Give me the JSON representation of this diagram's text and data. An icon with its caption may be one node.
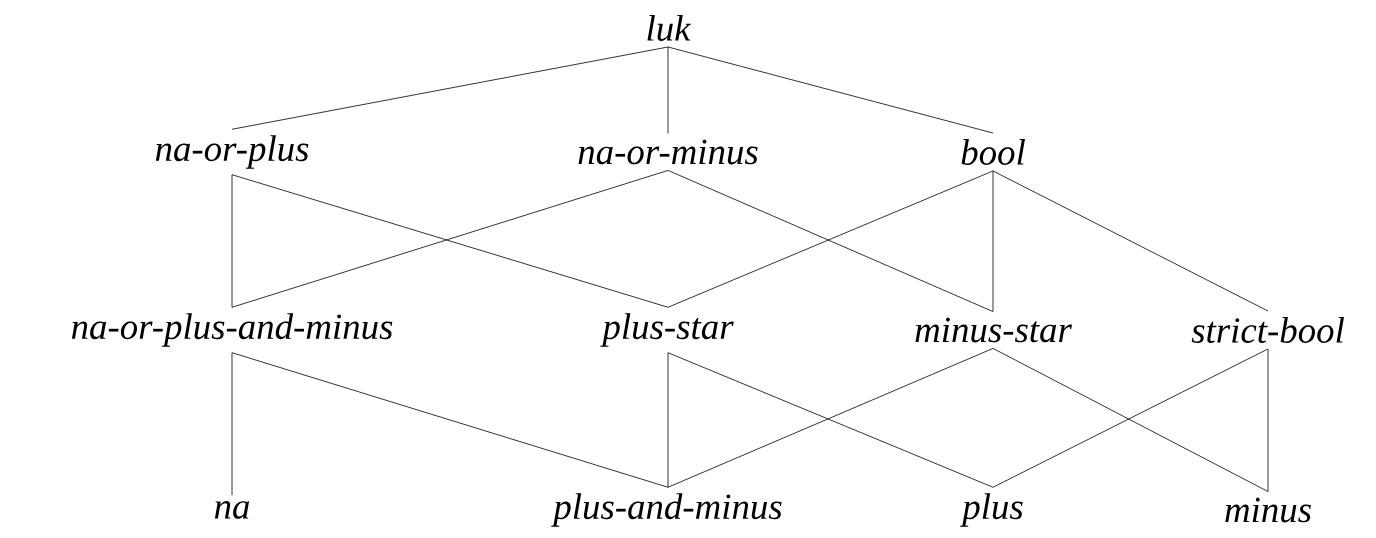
{
  "diagram": {
    "nodes": [
      {
        "text": [
          "luk"
        ]
      },
      {
        "text": [
          "na-or-plus"
        ]
      },
      {
        "text": [
          "na-or-minus"
        ]
      },
      {
        "text": [
          "bool"
        ]
      },
      {
        "text": [
          "na-or-plus-and-minus"
        ]
      },
      {
        "text": [
          "plus-star"
        ]
      },
      {
        "text": [
          "minus-star"
        ]
      },
      {
        "text": [
          "strict-bool"
        ]
      },
      {
        "text": [
          "na"
        ]
      },
      {
        "text": [
          "plus-and-minus"
        ]
      },
      {
        "text": [
          "plus"
        ]
      },
      {
        "text": [
          "minus"
        ]
      }
    ],
    "edges": [
      {
        "from": 0,
        "to": 1,
        "arrow": "none"
      },
      {
        "from": 0,
        "to": 2,
        "arrow": "none"
      },
      {
        "from": 0,
        "to": 3,
        "arrow": "none"
      },
      {
        "from": 1,
        "to": 4,
        "arrow": "none"
      },
      {
        "from": 1,
        "to": 5,
        "arrow": "none"
      },
      {
        "from": 2,
        "to": 4,
        "arrow": "none"
      },
      {
        "from": 2,
        "to": 6,
        "arrow": "none"
      },
      {
        "from": 3,
        "to": 5,
        "arrow": "none"
      },
      {
        "from": 3,
        "to": 6,
        "arrow": "none"
      },
      {
        "from": 3,
        "to": 7,
        "arrow": "none"
      },
      {
        "from": 4,
        "to": 8,
        "arrow": "none"
      },
      {
        "from": 4,
        "to": 9,
        "arrow": "none"
      },
      {
        "from": 5,
        "to": 9,
        "arrow": "none"
      },
      {
        "from": 5,
        "to": 10,
        "arrow": "none"
      },
      {
        "from": 6,
        "to": 9,
        "arrow": "none"
      },
      {
        "from": 6,
        "to": 11,
        "arrow": "none"
      },
      {
        "from": 7,
        "to": 10,
        "arrow": "none"
      },
      {
        "from": 7,
        "to": 11,
        "arrow": "none"
      }
    ]
  }
}
